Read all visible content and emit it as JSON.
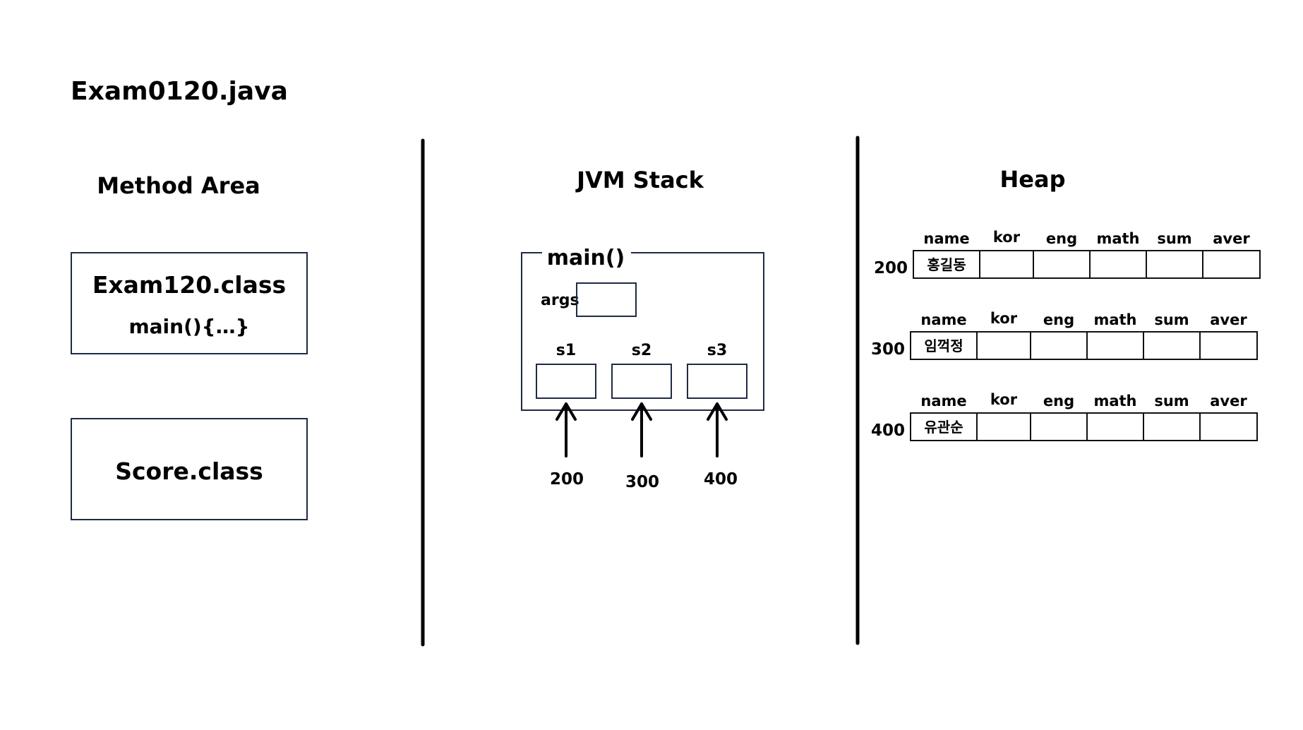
{
  "file_title": "Exam0120.java",
  "method_area": {
    "heading": "Method Area",
    "class1": {
      "name": "Exam120.class",
      "body": "main(){…}"
    },
    "class2": {
      "name": "Score.class"
    }
  },
  "jvm_stack": {
    "heading": "JVM Stack",
    "frame_label": "main()",
    "args_label": "args",
    "vars": [
      {
        "name": "s1",
        "pointer": "200"
      },
      {
        "name": "s2",
        "pointer": "300"
      },
      {
        "name": "s3",
        "pointer": "400"
      }
    ]
  },
  "heap": {
    "heading": "Heap",
    "columns": [
      "name",
      "kor",
      "eng",
      "math",
      "sum",
      "aver"
    ],
    "objects": [
      {
        "address": "200",
        "name": "홍길동"
      },
      {
        "address": "300",
        "name": "임꺽정"
      },
      {
        "address": "400",
        "name": "유관순"
      }
    ]
  }
}
